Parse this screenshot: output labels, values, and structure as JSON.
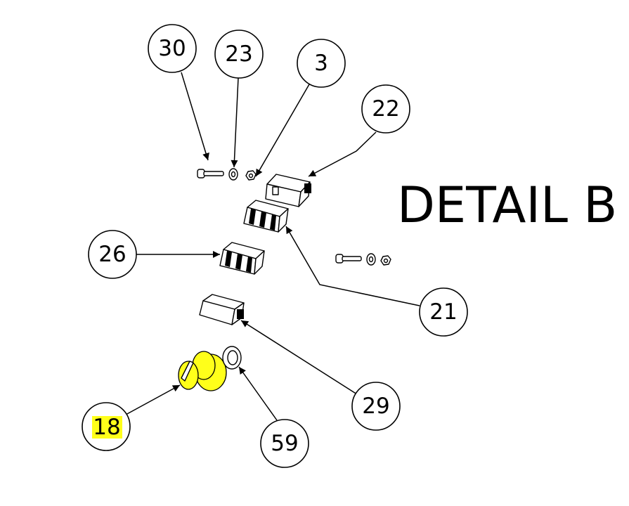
{
  "diagram": {
    "title": "DETAIL  B",
    "highlight_color": "#ffff1a",
    "callouts": [
      {
        "id": "30",
        "label": "30",
        "highlighted": false
      },
      {
        "id": "23",
        "label": "23",
        "highlighted": false
      },
      {
        "id": "3",
        "label": "3",
        "highlighted": false
      },
      {
        "id": "22",
        "label": "22",
        "highlighted": false
      },
      {
        "id": "26",
        "label": "26",
        "highlighted": false
      },
      {
        "id": "21",
        "label": "21",
        "highlighted": false
      },
      {
        "id": "29",
        "label": "29",
        "highlighted": false
      },
      {
        "id": "18",
        "label": "18",
        "highlighted": true
      },
      {
        "id": "59",
        "label": "59",
        "highlighted": false
      }
    ]
  }
}
